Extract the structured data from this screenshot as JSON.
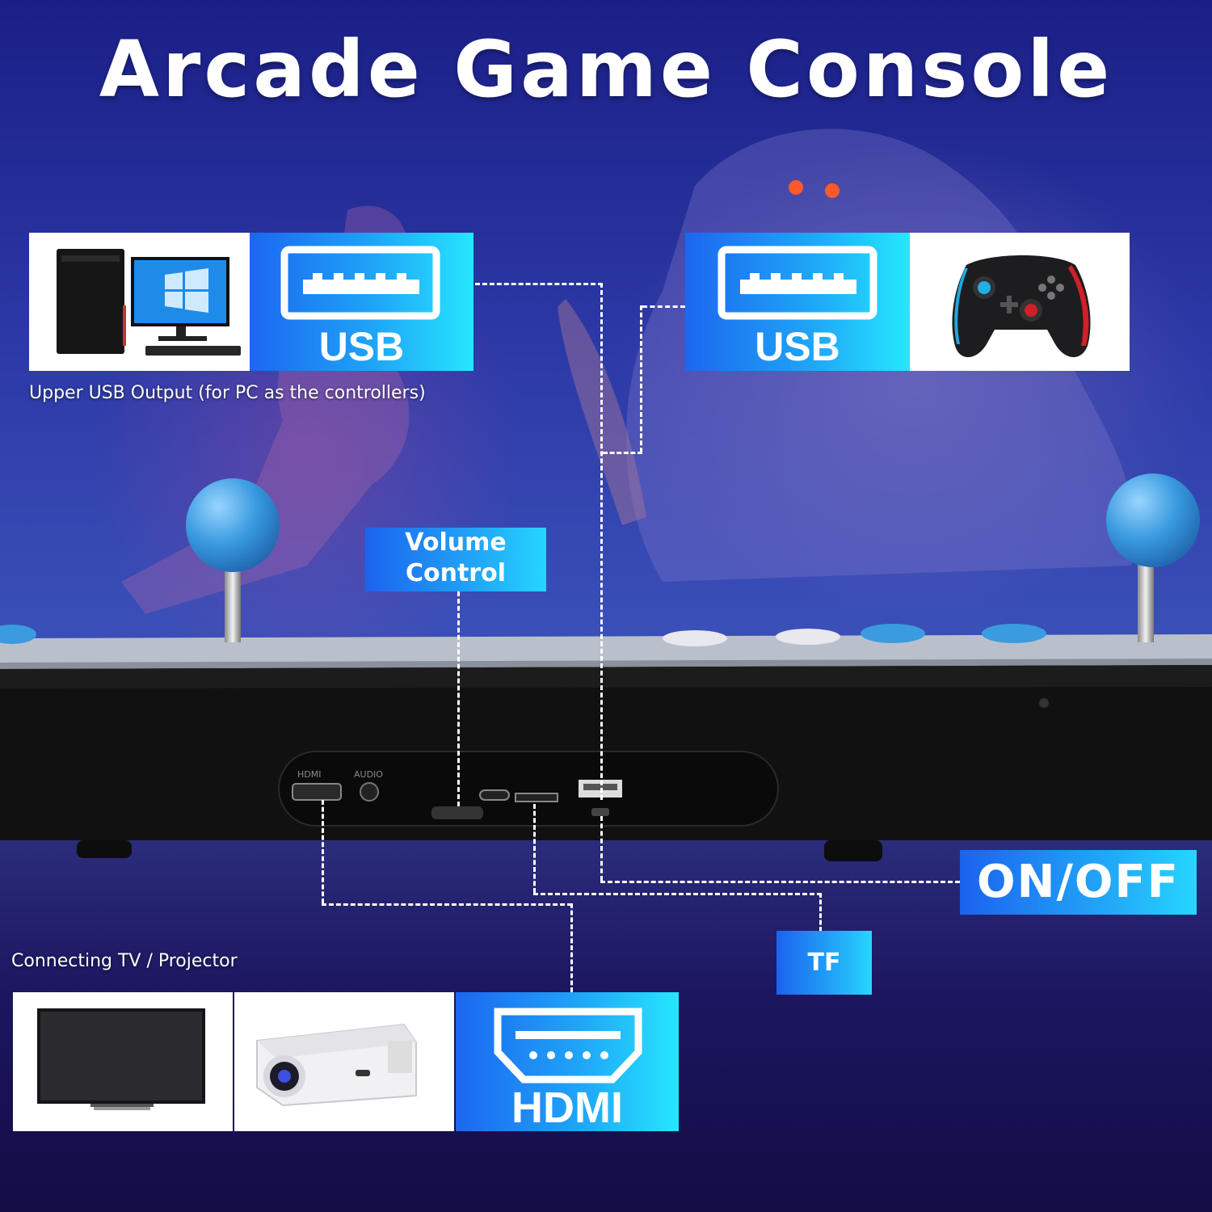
{
  "title": "Arcade Game Console",
  "usb_left": {
    "label": "USB",
    "caption": "Upper USB Output (for PC as the controllers)",
    "device_icon": "desktop-pc-icon"
  },
  "usb_right": {
    "label": "USB",
    "device_icon": "gamepad-icon"
  },
  "volume_tag": {
    "line1": "Volume",
    "line2": "Control"
  },
  "power_tag": "ON/OFF",
  "tf_tag": "TF",
  "hdmi_section": {
    "caption": "Connecting TV / Projector",
    "label": "HDMI",
    "device_icons": [
      "tv-icon",
      "projector-icon"
    ]
  },
  "ports": {
    "hdmi": "HDMI",
    "audio": "AUDIO"
  },
  "colors": {
    "accent_blue": "#1fa4f7",
    "joystick_blue": "#3a9be0",
    "console_body": "#111111"
  }
}
